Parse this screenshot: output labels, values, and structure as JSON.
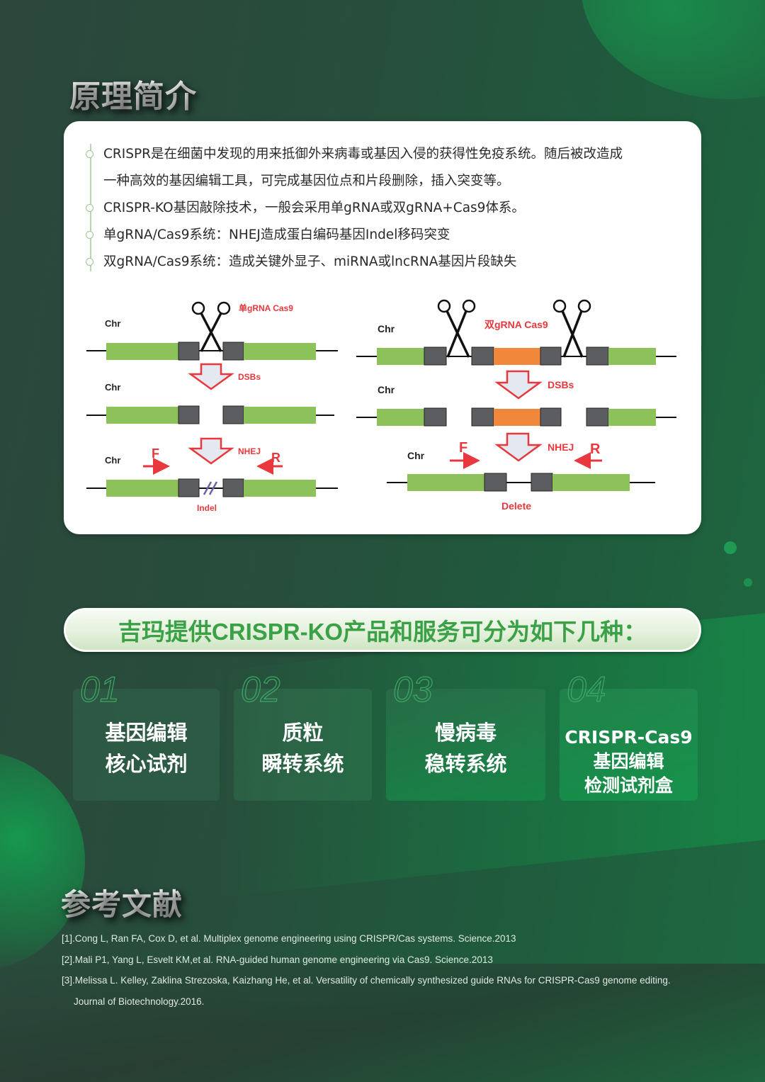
{
  "principle": {
    "title": "原理简介",
    "bullets": [
      {
        "line1": "CRISPR是在细菌中发现的用来抵御外来病毒或基因入侵的获得性免疫系统。随后被改造成",
        "line2": "一种高效的基因编辑工具，可完成基因位点和片段删除，插入突变等。"
      },
      {
        "line1": "CRISPR-KO基因敲除技术，一般会采用单gRNA或双gRNA+Cas9体系。"
      },
      {
        "line1": "单gRNA/Cas9系统：NHEJ造成蛋白编码基因Indel移码突变"
      },
      {
        "line1": "双gRNA/Cas9系统：造成关键外显子、miRNA或lncRNA基因片段缺失"
      }
    ],
    "diagram_left": {
      "chr": "Chr",
      "tool": "单gRNA Cas9",
      "step1": "DSBs",
      "step2": "NHEJ",
      "forward": "F",
      "reverse": "R",
      "result": "Indel"
    },
    "diagram_right": {
      "chr": "Chr",
      "tool": "双gRNA  Cas9",
      "step1": "DSBs",
      "step2": "NHEJ",
      "forward": "F",
      "reverse": "R",
      "result": "Delete"
    },
    "colors": {
      "exon": "#8dc15a",
      "box": "#5b5d60",
      "target": "#f0873a",
      "accent": "#e8383d"
    }
  },
  "banner": {
    "text": "吉玛提供CRISPR-KO产品和服务可分为如下几种："
  },
  "services": [
    {
      "num": "01",
      "lines": [
        "基因编辑",
        "核心试剂"
      ]
    },
    {
      "num": "02",
      "lines": [
        "质粒",
        "瞬转系统"
      ]
    },
    {
      "num": "03",
      "lines": [
        "慢病毒",
        "稳转系统"
      ]
    },
    {
      "num": "04",
      "lines": [
        "CRISPR-Cas9",
        "基因编辑",
        "检测试剂盒"
      ]
    }
  ],
  "references": {
    "title": "参考文献",
    "items": [
      "[1].Cong L, Ran FA, Cox D, et al. Multiplex genome engineering using CRISPR/Cas systems. Science.2013",
      "[2].Mali P1, Yang L, Esvelt KM,et al. RNA-guided human genome engineering via Cas9. Science.2013",
      "[3].Melissa L. Kelley, Zaklina Strezoska, Kaizhang He, et al. Versatility of chemically synthesized guide RNAs for CRISPR-Cas9 genome editing.",
      "Journal of Biotechnology.2016."
    ]
  }
}
